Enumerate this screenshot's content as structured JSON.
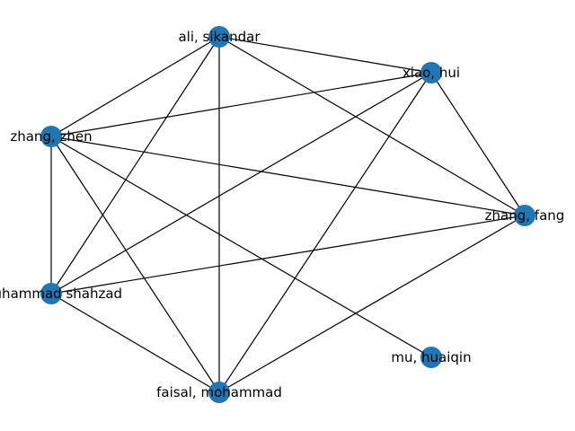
{
  "colors": {
    "node": "#1f77b4",
    "edge": "#000000",
    "background": "#ffffff"
  },
  "nodes": [
    {
      "id": "ali",
      "label": "ali, sikandar"
    },
    {
      "id": "xiao",
      "label": "xiao, hui"
    },
    {
      "id": "zhen",
      "label": "zhang, zhen"
    },
    {
      "id": "fang",
      "label": "zhang, fang"
    },
    {
      "id": "shahzad",
      "label": "muhammad shahzad"
    },
    {
      "id": "mu",
      "label": "mu, huaiqin"
    },
    {
      "id": "faisal",
      "label": "faisal, mohammad"
    }
  ],
  "edges": [
    [
      "ali",
      "xiao"
    ],
    [
      "ali",
      "zhen"
    ],
    [
      "ali",
      "fang"
    ],
    [
      "ali",
      "shahzad"
    ],
    [
      "ali",
      "faisal"
    ],
    [
      "xiao",
      "zhen"
    ],
    [
      "xiao",
      "fang"
    ],
    [
      "xiao",
      "shahzad"
    ],
    [
      "xiao",
      "faisal"
    ],
    [
      "zhen",
      "fang"
    ],
    [
      "zhen",
      "shahzad"
    ],
    [
      "zhen",
      "faisal"
    ],
    [
      "zhen",
      "mu"
    ],
    [
      "fang",
      "shahzad"
    ],
    [
      "fang",
      "faisal"
    ],
    [
      "shahzad",
      "faisal"
    ]
  ]
}
